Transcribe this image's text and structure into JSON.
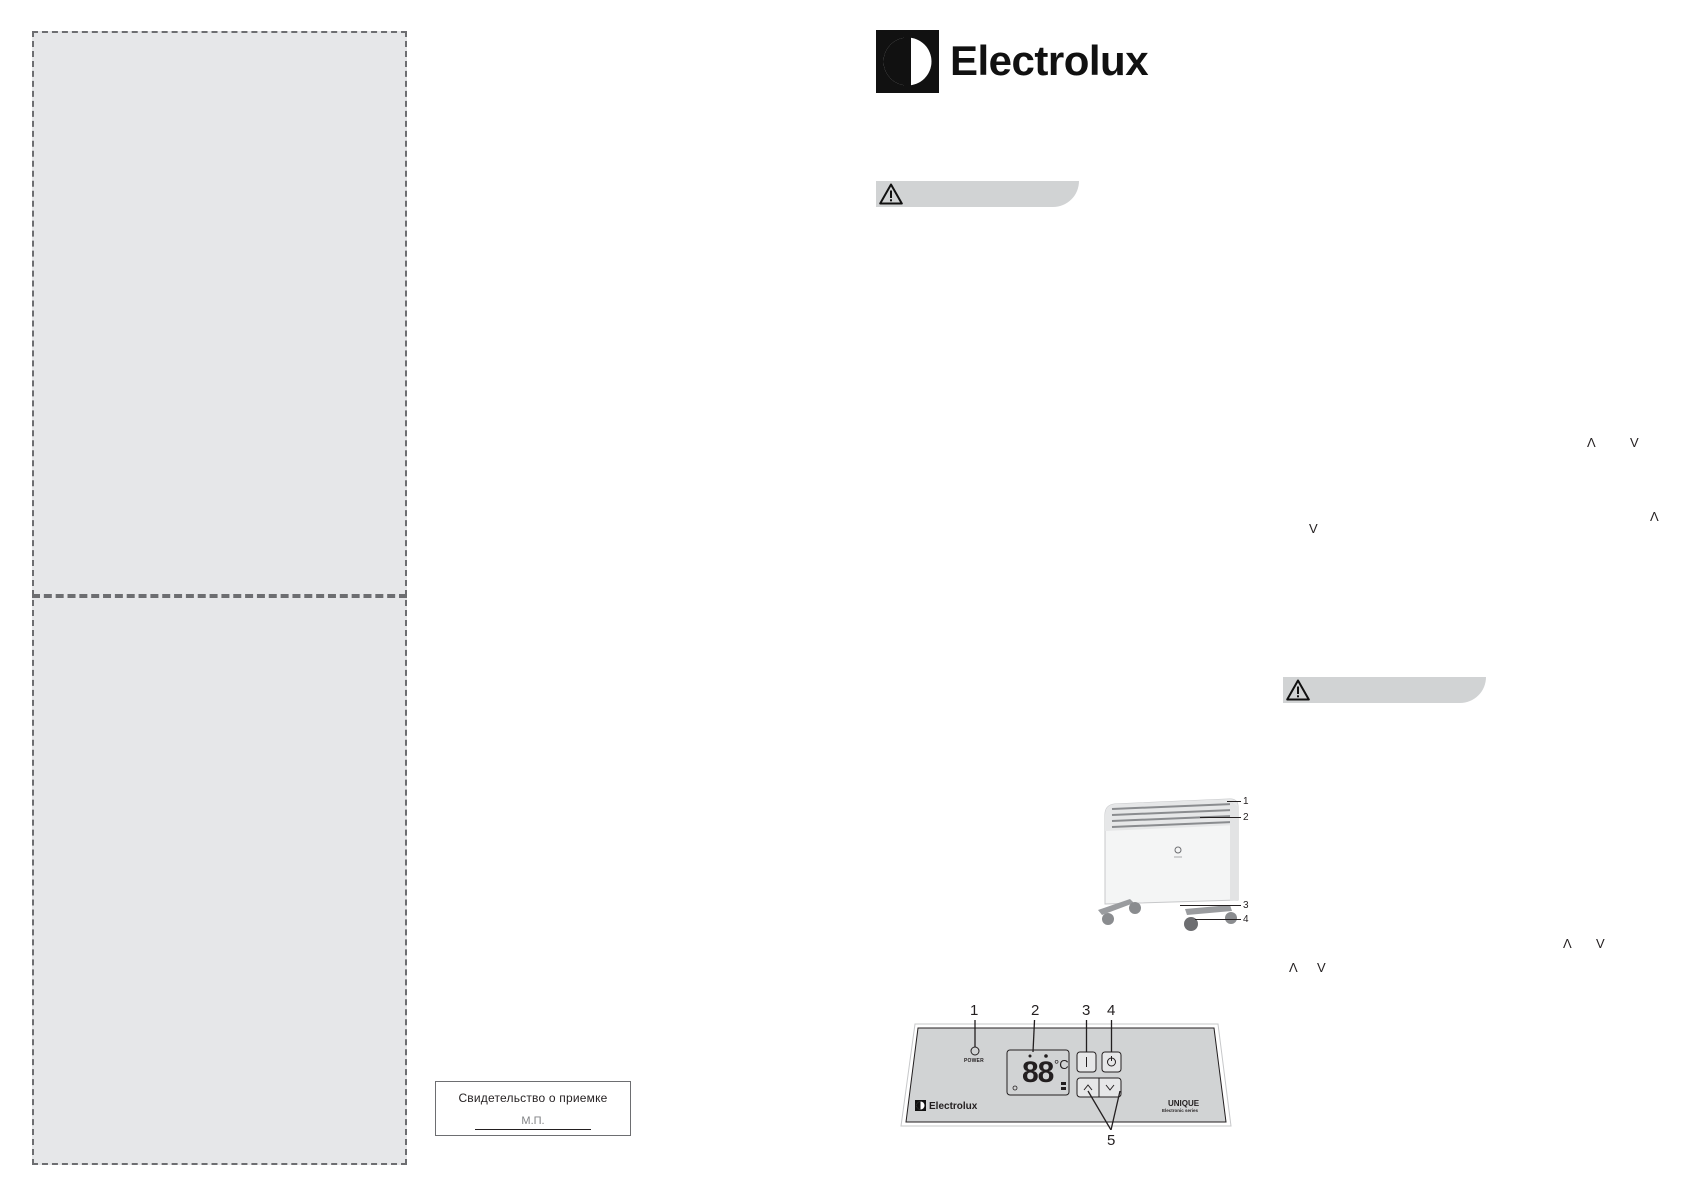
{
  "coupon": {},
  "certificate": {
    "title": "Свидетельство о приемке",
    "stamp": "М.П."
  },
  "brand": {
    "name": "Electrolux"
  },
  "arrows": {
    "up": "Λ",
    "down": "V"
  },
  "heater": {
    "callouts": [
      "1",
      "2",
      "3",
      "4"
    ]
  },
  "control_panel": {
    "callouts": [
      "1",
      "2",
      "3",
      "4",
      "5"
    ],
    "power_label": "POWER",
    "display_digits": "88",
    "display_unit": "°C",
    "brand": "Electrolux",
    "series_name": "UNIQUE",
    "series_sub": "Electronic series"
  },
  "colors": {
    "coupon_bg": "#e6e7e9",
    "warning_bar": "#d1d3d4",
    "panel_bg": "#d1d3d4",
    "text": "#231f20"
  }
}
